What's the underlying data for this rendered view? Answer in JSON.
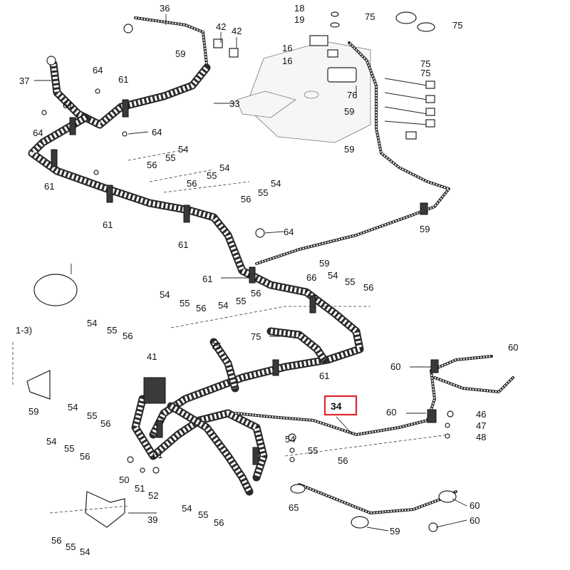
{
  "diagram": {
    "highlighted_callout": "34",
    "accent_color": "#e0262d",
    "callouts": [
      "36",
      "42",
      "42",
      "18",
      "19",
      "75",
      "75",
      "37",
      "64",
      "61",
      "59",
      "33",
      "16",
      "16",
      "75",
      "75",
      "76",
      "61",
      "64",
      "64",
      "59",
      "59",
      "54",
      "55",
      "56",
      "54",
      "55",
      "56",
      "54",
      "55",
      "56",
      "61",
      "61",
      "61",
      "64",
      "59",
      "61",
      "59",
      "66",
      "54",
      "55",
      "56",
      "54",
      "55",
      "56",
      "54",
      "55",
      "56",
      "1-3)",
      "54",
      "55",
      "56",
      "75",
      "75",
      "41",
      "61",
      "60",
      "60",
      "54",
      "55",
      "56",
      "59",
      "60",
      "46",
      "47",
      "48",
      "54",
      "55",
      "56",
      "54",
      "55",
      "56",
      "50",
      "51",
      "52",
      "61",
      "65",
      "39",
      "54",
      "55",
      "56",
      "60",
      "60",
      "59",
      "56",
      "55",
      "54"
    ]
  }
}
